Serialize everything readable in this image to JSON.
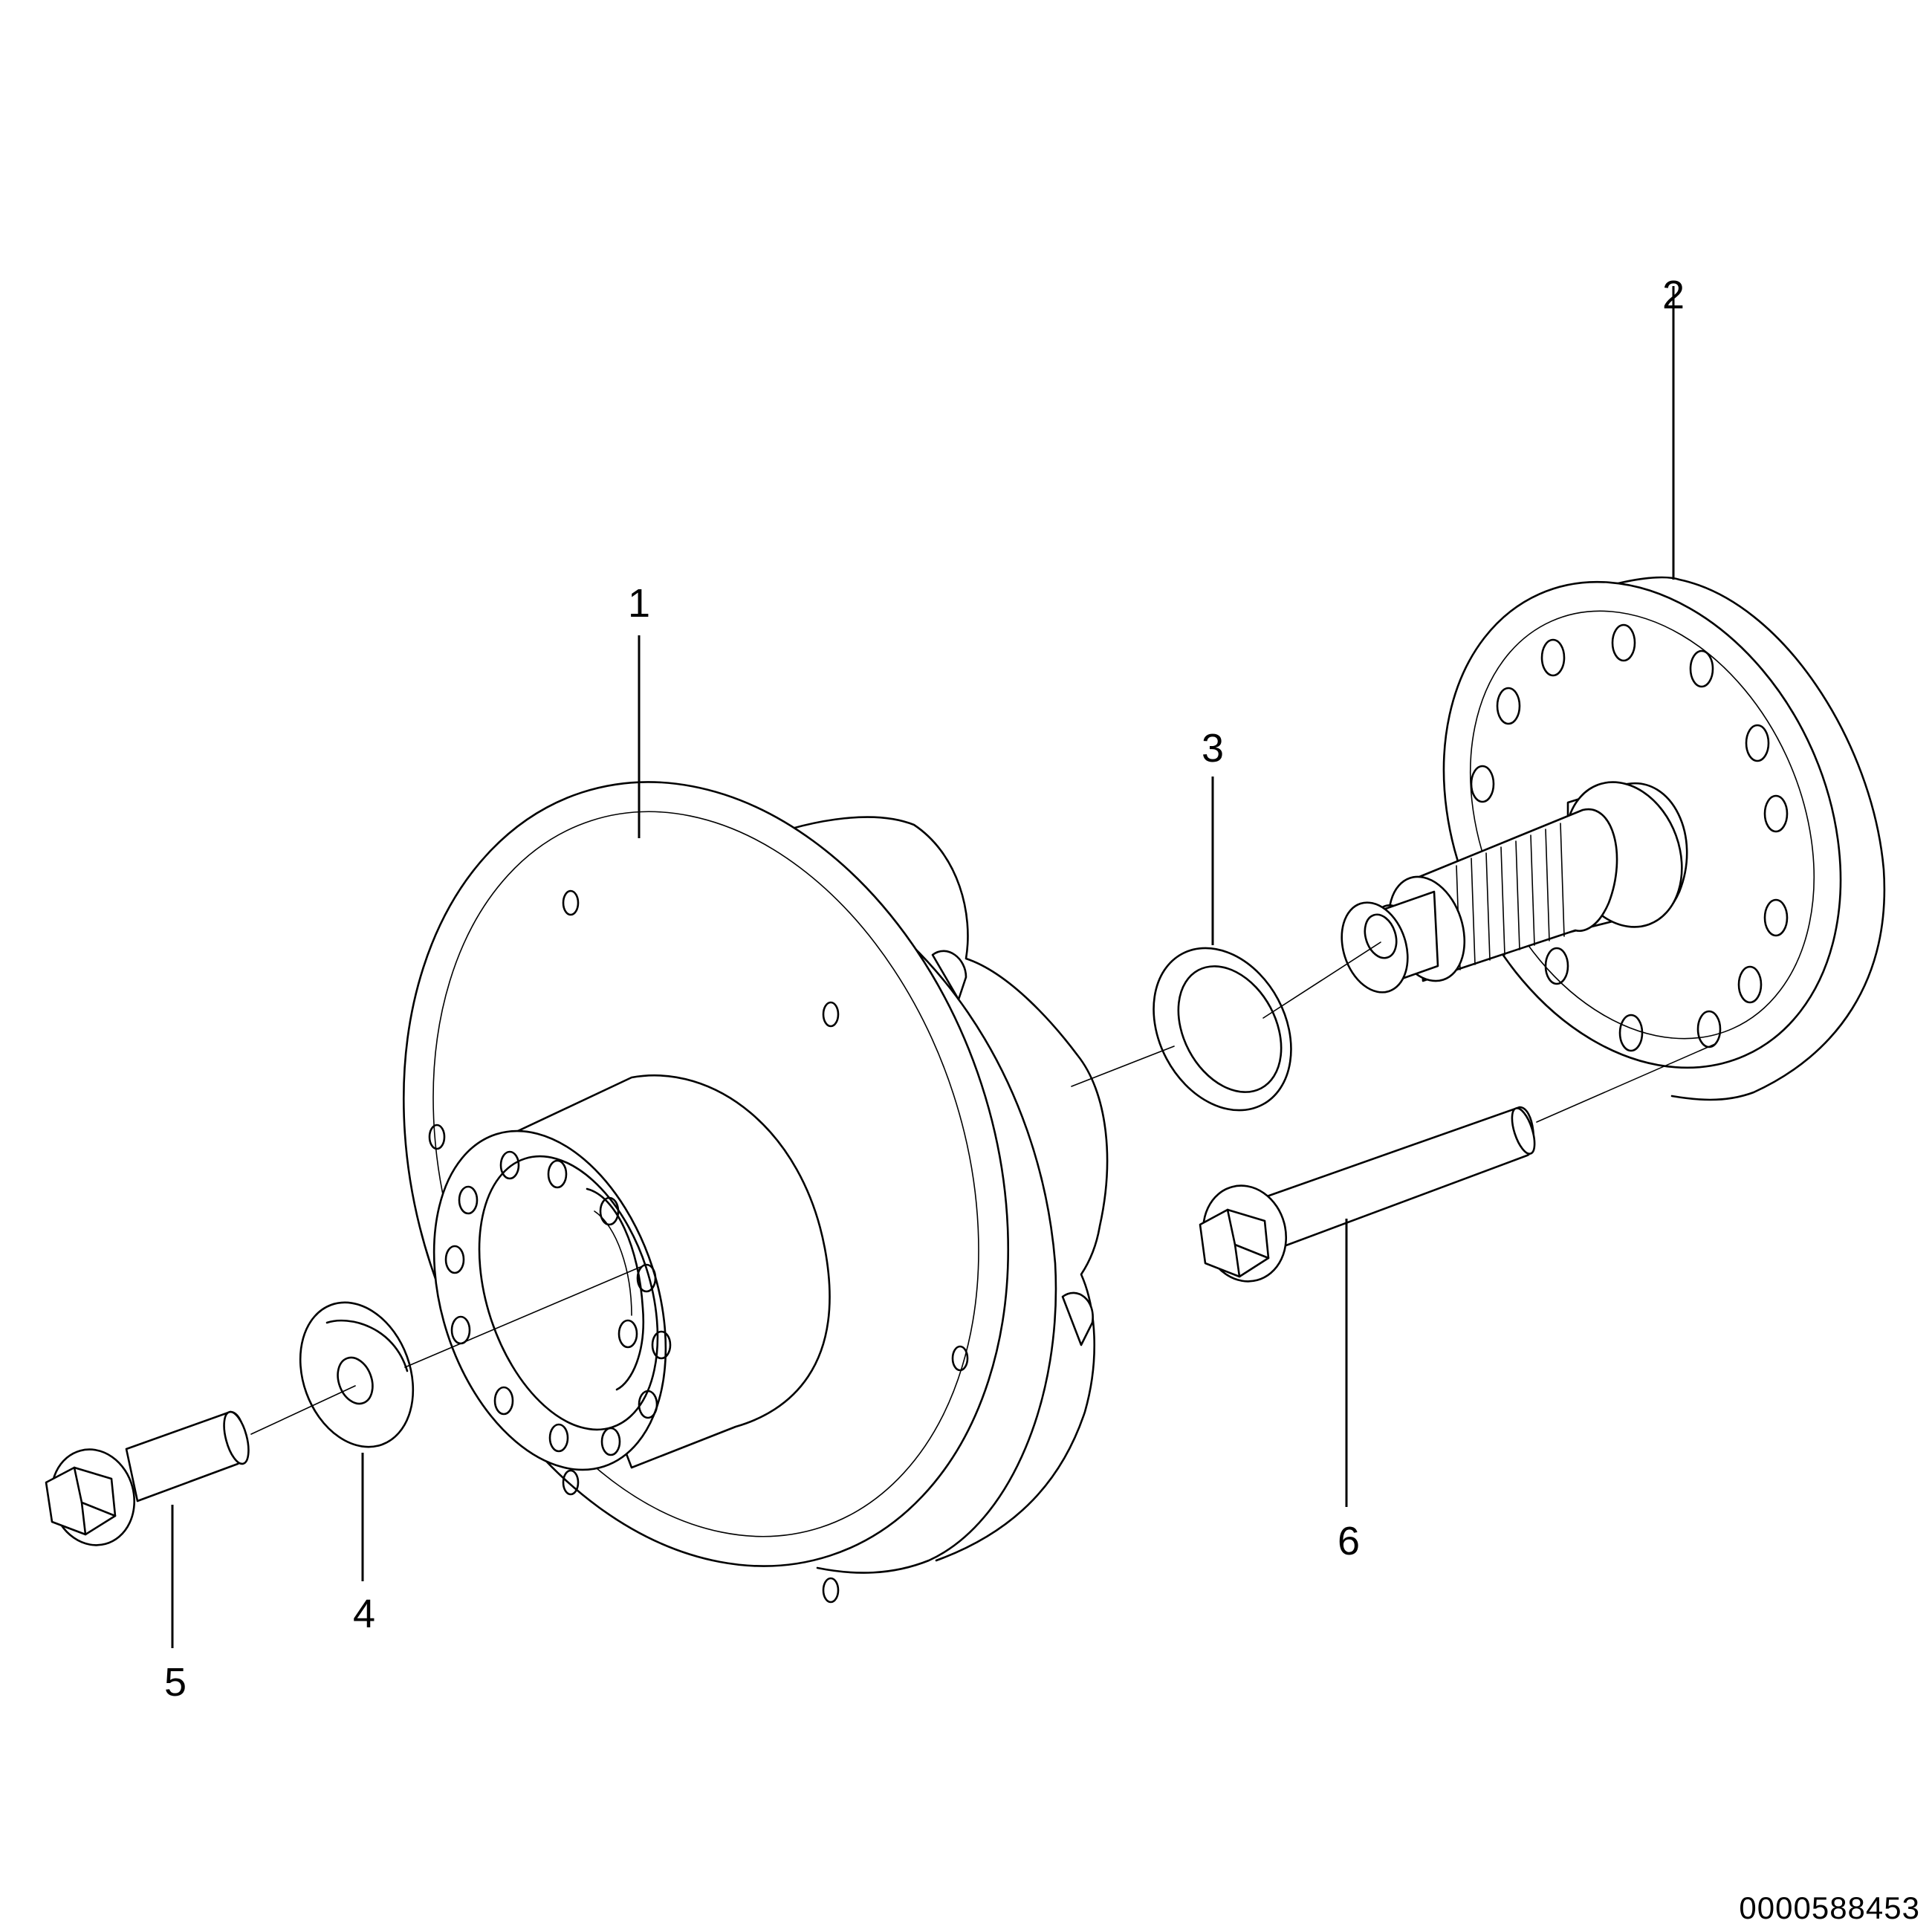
{
  "callouts": [
    {
      "id": "1",
      "label": "1",
      "part": "housing"
    },
    {
      "id": "2",
      "label": "2",
      "part": "flange-shaft"
    },
    {
      "id": "3",
      "label": "3",
      "part": "sealing-ring"
    },
    {
      "id": "4",
      "label": "4",
      "part": "washer"
    },
    {
      "id": "5",
      "label": "5",
      "part": "short-hex-bolt"
    },
    {
      "id": "6",
      "label": "6",
      "part": "long-hex-bolt"
    }
  ],
  "drawing_number": "0000588453"
}
